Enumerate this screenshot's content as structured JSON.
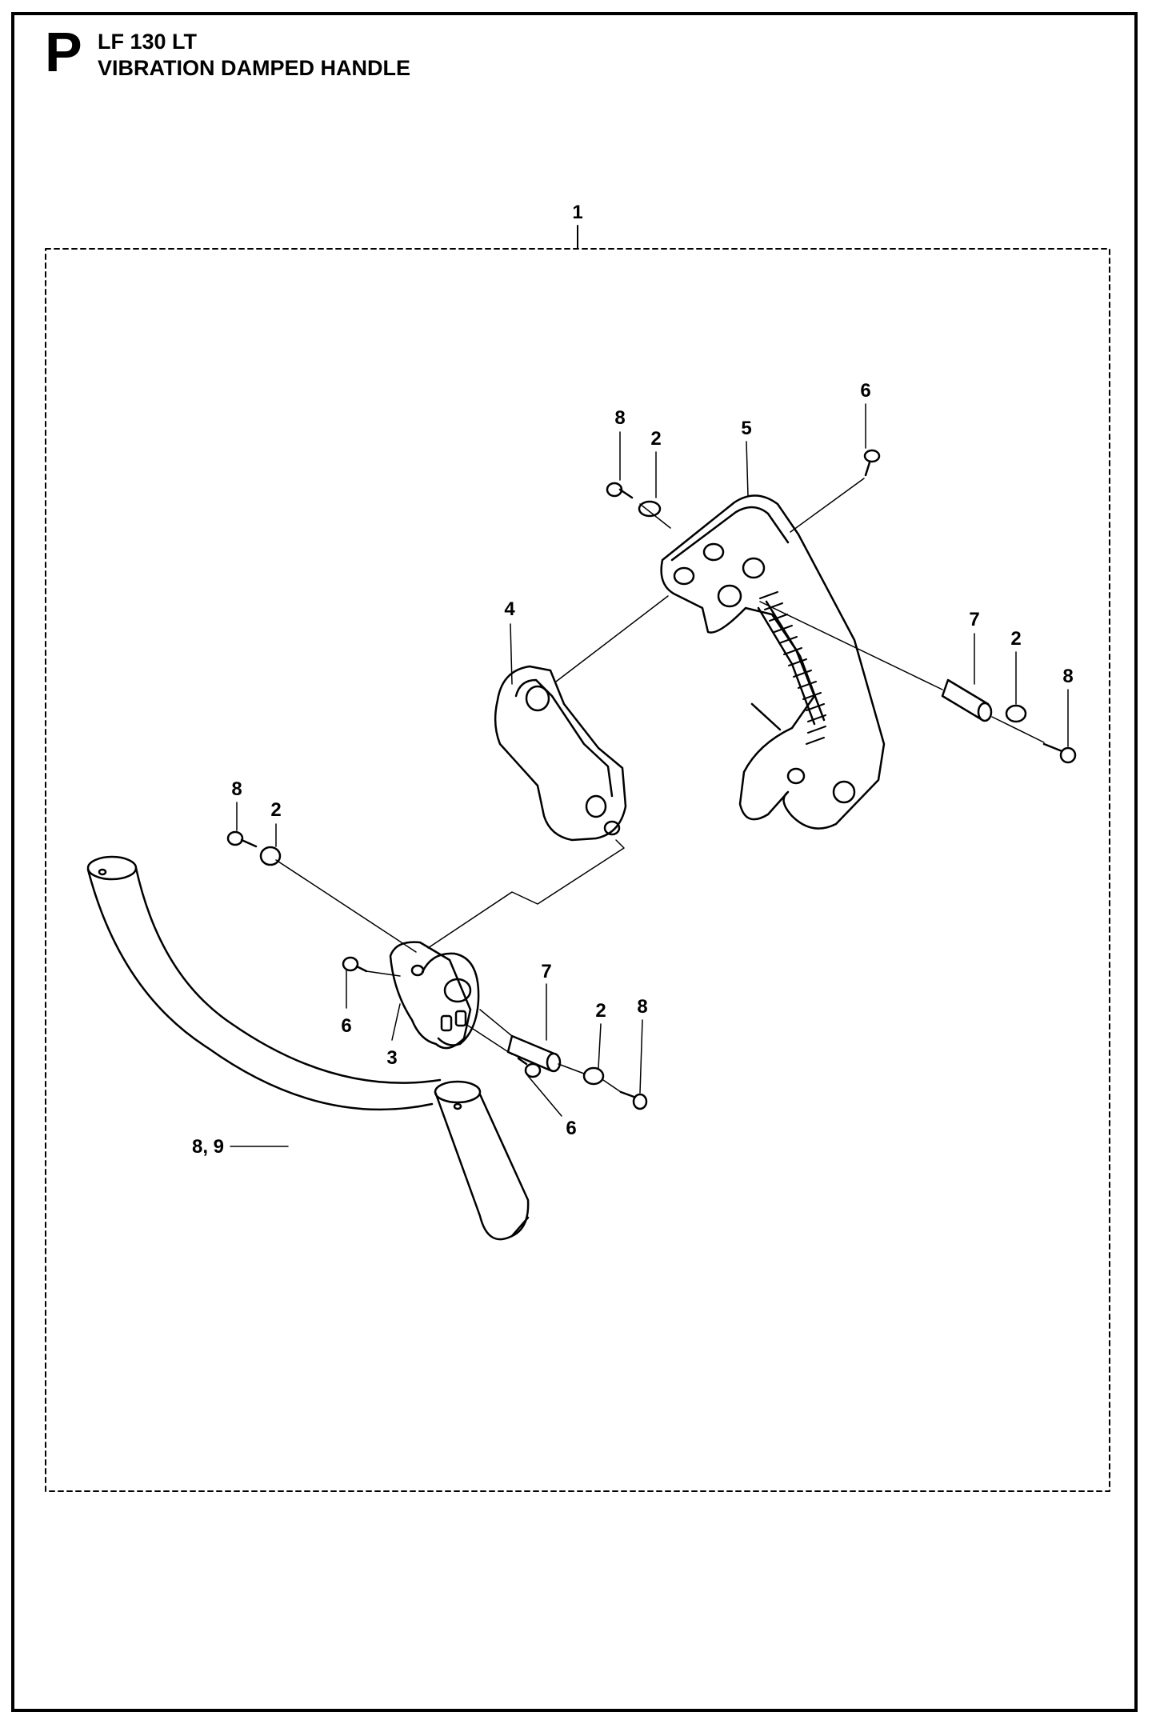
{
  "header": {
    "section_letter": "P",
    "model": "LF 130 LT",
    "title": "VIBRATION DAMPED HANDLE"
  },
  "callouts": {
    "assembly": "1",
    "c1": "8",
    "c2": "2",
    "c3": "5",
    "c4": "6",
    "c5": "4",
    "c6": "7",
    "c7": "2",
    "c8": "8",
    "c9": "8",
    "c10": "2",
    "c11": "6",
    "c12": "3",
    "c13": "7",
    "c14": "2",
    "c15": "8",
    "c16": "6",
    "c17": "8, 9"
  }
}
